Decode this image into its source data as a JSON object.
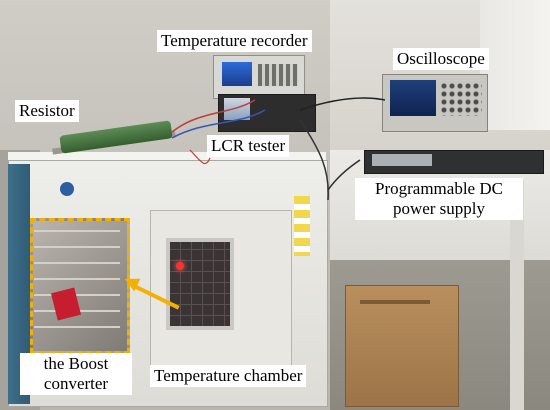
{
  "labels": {
    "temperature_recorder": "Temperature recorder",
    "oscilloscope": "Oscilloscope",
    "resistor": "Resistor",
    "lcr_tester": "LCR tester",
    "dc_power_supply": "Programmable DC power supply",
    "boost_converter": "the Boost converter",
    "temperature_chamber": "Temperature chamber"
  },
  "colors": {
    "inset_border": "#f4b000",
    "arrow": "#f4b000",
    "label_background": "#ffffff"
  }
}
